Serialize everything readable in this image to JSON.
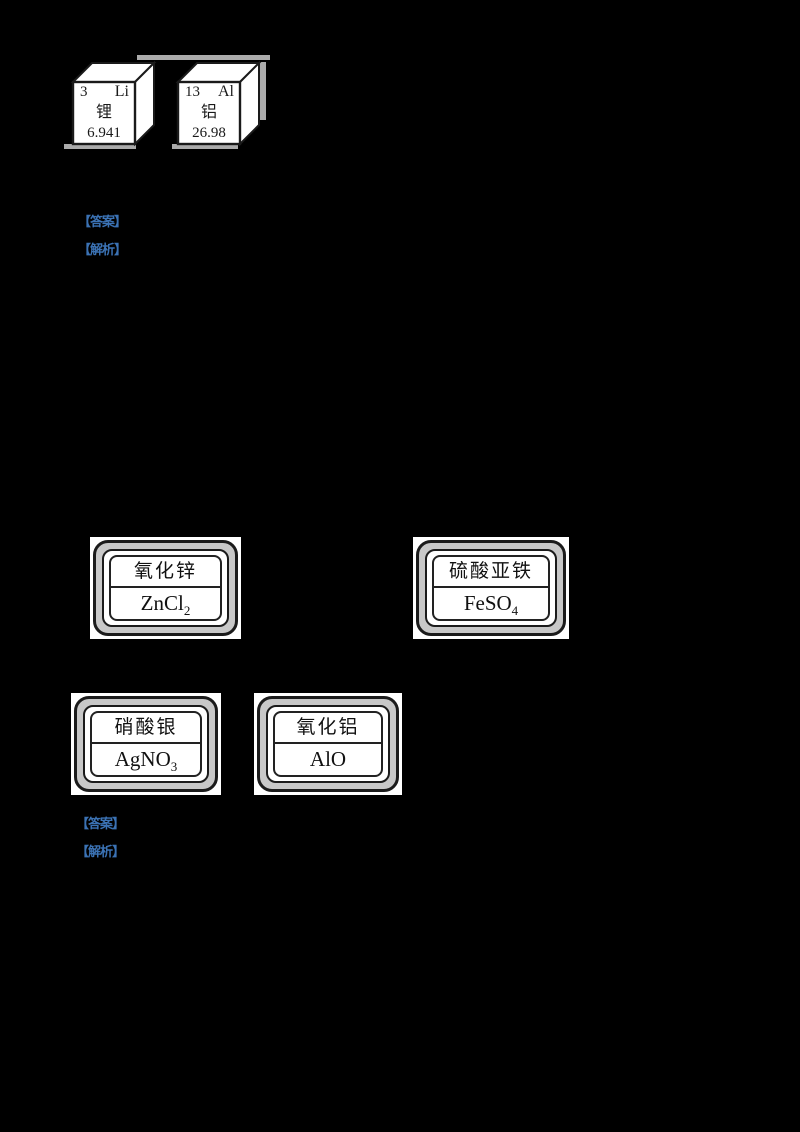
{
  "colors": {
    "background": "#000000",
    "badge_blue": "#3b72b4",
    "label_ring_gray": "#c8c8c8",
    "ink": "#1a1a1a",
    "paper": "#ffffff"
  },
  "element_cubes": [
    {
      "atomic_number": "3",
      "symbol": "Li",
      "name_cn": "锂",
      "atomic_mass": "6.941"
    },
    {
      "atomic_number": "13",
      "symbol": "Al",
      "name_cn": "铝",
      "atomic_mass": "26.98"
    }
  ],
  "badges": {
    "answer_label": "【答案】",
    "analysis_label": "【解析】"
  },
  "reagent_labels": [
    {
      "name": "氧化锌",
      "formula": "ZnCl",
      "subscript": "2"
    },
    {
      "name": "硫酸亚铁",
      "formula": "FeSO",
      "subscript": "4"
    },
    {
      "name": "硝酸银",
      "formula": "AgNO",
      "subscript": "3"
    },
    {
      "name": "氧化铝",
      "formula": "AlO",
      "subscript": ""
    }
  ]
}
